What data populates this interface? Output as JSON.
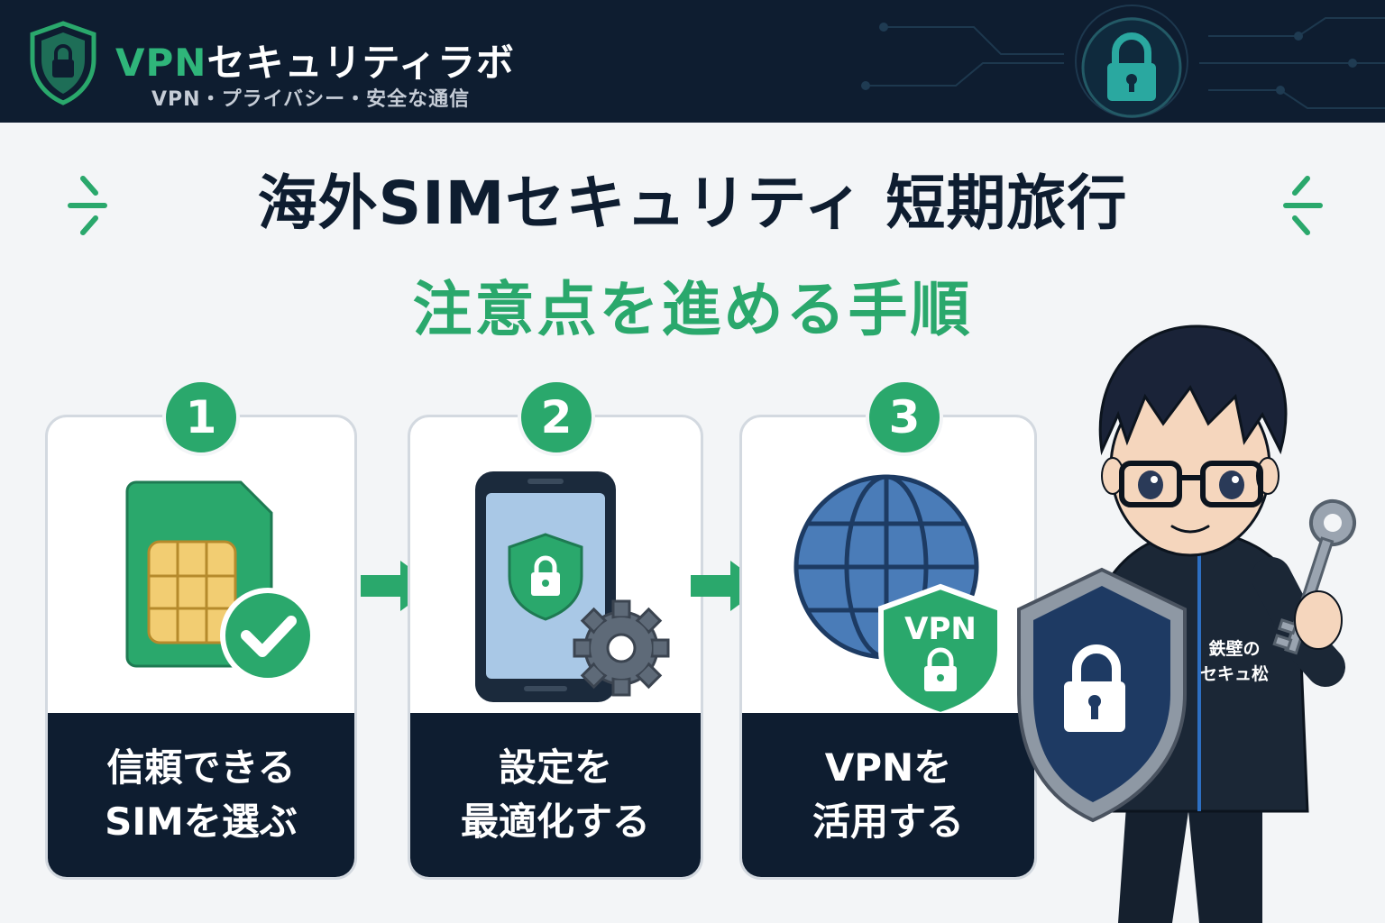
{
  "header": {
    "brand_accent": "VPN",
    "brand_rest": "セキュリティラボ",
    "tagline": "VPN・プライバシー・安全な通信"
  },
  "title": {
    "line1": "海外SIMセキュリティ 短期旅行",
    "line2": "注意点を進める手順"
  },
  "steps": [
    {
      "number": "1",
      "caption_line1": "信頼できる",
      "caption_line2": "SIMを選ぶ",
      "icon": "sim-card-check-icon"
    },
    {
      "number": "2",
      "caption_line1": "設定を",
      "caption_line2": "最適化する",
      "icon": "phone-shield-gear-icon"
    },
    {
      "number": "3",
      "caption_line1": "VPNを",
      "caption_line2": "活用する",
      "icon": "globe-vpn-shield-icon",
      "badge_text": "VPN"
    }
  ],
  "character": {
    "jacket_line1": "鉄壁の",
    "jacket_line2": "セキュ松"
  },
  "colors": {
    "navy": "#0e1d30",
    "green": "#2aa86c",
    "background": "#f3f5f7"
  }
}
